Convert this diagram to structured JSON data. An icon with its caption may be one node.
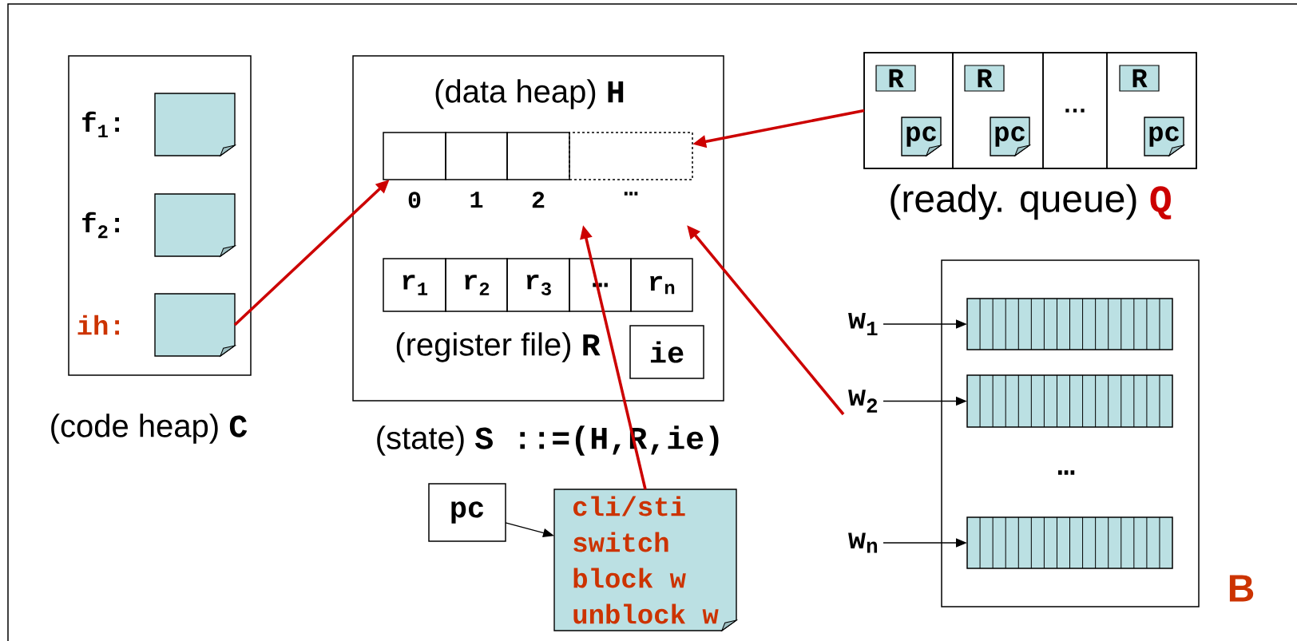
{
  "diagram": {
    "nodes": [
      {
        "text": [
          "(code heap) **C**"
        ]
      },
      {
        "text": [],
        "shape": "note",
        "beside": [
          "f$_{1}$:"
        ],
        "in": 0
      },
      {
        "text": [],
        "shape": "note",
        "beside": [
          "f$_{2}$:"
        ],
        "in": 0
      },
      {
        "text": [],
        "shape": "note",
        "beside": [
          "ih:"
        ],
        "in": 0
      },
      {
        "text": [
          "(state) **S ::=(H,R,ie)**"
        ]
      },
      {
        "text": [],
        "shape": "box",
        "beside": [
          "0"
        ],
        "in": 4
      },
      {
        "text": [],
        "shape": "box",
        "beside": [
          "1"
        ],
        "in": 4
      },
      {
        "text": [],
        "shape": "box",
        "beside": [
          "2"
        ],
        "in": 4
      },
      {
        "text": [],
        "shape": "box",
        "beside": [
          "…"
        ],
        "in": 4
      },
      {
        "text": [
          "r$_{1}$"
        ],
        "in": 4
      },
      {
        "text": [
          "r$_{2}$"
        ],
        "in": 4
      },
      {
        "text": [
          "r$_{3}$"
        ],
        "in": 4
      },
      {
        "text": [
          "…"
        ],
        "in": 4
      },
      {
        "text": [
          "r$_{n}$"
        ],
        "in": 4
      },
      {
        "text": [
          "ie"
        ],
        "in": 4
      },
      {
        "text": [
          "(ready. queue) **Q**"
        ]
      },
      {
        "text": [],
        "shape": "box",
        "in": 15
      },
      {
        "text": [
          "R"
        ],
        "in": 16
      },
      {
        "text": [
          "pc"
        ],
        "in": 16
      },
      {
        "text": [],
        "shape": "box",
        "in": 15
      },
      {
        "text": [
          "R"
        ],
        "in": 19
      },
      {
        "text": [
          "pc"
        ],
        "in": 19
      },
      {
        "text": [
          "…"
        ],
        "in": 15
      },
      {
        "text": [],
        "shape": "box",
        "in": 15
      },
      {
        "text": [
          "R"
        ],
        "in": 23
      },
      {
        "text": [
          "pc"
        ],
        "in": 23
      },
      {
        "text": [
          "pc"
        ]
      },
      {
        "text": [
          "cli/sti",
          "switch",
          "block w",
          "unblock w"
        ]
      },
      {
        "text": [
          "B"
        ]
      },
      {
        "text": [],
        "shape": "bar",
        "in": 28
      },
      {
        "text": [],
        "shape": "bar",
        "in": 28
      },
      {
        "text": [],
        "shape": "bar",
        "in": 28
      },
      {
        "text": [
          "w$_{1}$"
        ]
      },
      {
        "text": [
          "w$_{2}$"
        ]
      },
      {
        "text": [
          "w$_{n}$"
        ]
      }
    ],
    "edges": [
      {
        "from": 3,
        "to": 5,
        "arrow": "to"
      },
      {
        "from": 15,
        "to": 8,
        "arrow": "to"
      },
      {
        "from": 27,
        "to": null,
        "arrow": "to"
      },
      {
        "from": 33,
        "to": null,
        "arrow": "to"
      },
      {
        "from": 26,
        "to": 27,
        "arrow": "to",
        "color": "#000000"
      },
      {
        "from": 32,
        "to": 29,
        "arrow": "to",
        "color": "#000000"
      },
      {
        "from": 33,
        "to": 30,
        "arrow": "to",
        "color": "#000000"
      },
      {
        "from": 34,
        "to": 31,
        "arrow": "to",
        "color": "#000000"
      }
    ],
    "labels": [
      "(data heap) **H**",
      "(register file) **R**",
      "…"
    ]
  }
}
